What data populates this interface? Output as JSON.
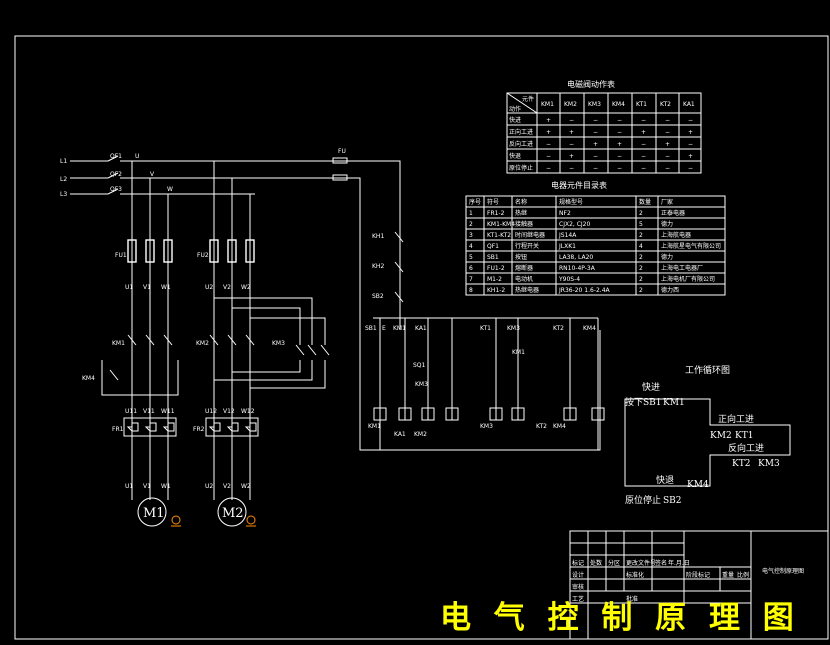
{
  "title_banner": "电 气 控 制 原 理 图",
  "power_lines": [
    "L1",
    "L2",
    "L3"
  ],
  "breakers": [
    "QF1",
    "QF2",
    "QF3"
  ],
  "fuses": [
    "FU1",
    "FU2",
    "FU"
  ],
  "phase_labels": [
    "U",
    "V",
    "W"
  ],
  "motor_labels": [
    "M1",
    "M2"
  ],
  "motor1_terms": [
    "U1",
    "V1",
    "W1"
  ],
  "motor2_terms": [
    "U2",
    "V2",
    "W2"
  ],
  "motor1_terms_b": [
    "U11",
    "V11",
    "W11"
  ],
  "motor2_terms_b": [
    "U12",
    "V12",
    "W12"
  ],
  "relays": [
    "FR1",
    "FR2"
  ],
  "contactors": [
    "KM1",
    "KM2",
    "KM3",
    "KM4"
  ],
  "control_labels": {
    "fu": "FU",
    "sb1": "SB1",
    "sb2": "SB2",
    "km1": "KM1",
    "km2": "KM2",
    "sq1": "SQ1",
    "km3": "KM3",
    "ka1": "KA1",
    "kt1": "KT1",
    "kt2": "KT2",
    "km4": "KM4",
    "kh1": "KH1",
    "kh2": "KH2",
    "e": "E"
  },
  "coil_labels": [
    "KM1",
    "KA1",
    "KM2",
    "KM3",
    "KT2",
    "KM4"
  ],
  "action_table": {
    "title": "电磁阀动作表",
    "corner_top": "元件",
    "corner_bottom": "动作",
    "headers": [
      "KM1",
      "KM2",
      "KM3",
      "KM4",
      "KT1",
      "KT2",
      "KA1"
    ],
    "rows": [
      {
        "label": "快进",
        "cells": [
          "+",
          "−",
          "−",
          "−",
          "−",
          "−",
          "−"
        ]
      },
      {
        "label": "正向工进",
        "cells": [
          "+",
          "+",
          "−",
          "−",
          "+",
          "−",
          "+"
        ]
      },
      {
        "label": "反向工进",
        "cells": [
          "−",
          "−",
          "+",
          "+",
          "−",
          "+",
          "−"
        ]
      },
      {
        "label": "快退",
        "cells": [
          "−",
          "+",
          "−",
          "−",
          "−",
          "−",
          "+"
        ]
      },
      {
        "label": "原位停止",
        "cells": [
          "−",
          "−",
          "−",
          "−",
          "−",
          "−",
          "−"
        ]
      }
    ]
  },
  "parts_table": {
    "title": "电器元件目录表",
    "headers": [
      "序号",
      "符号",
      "名称",
      "规格型号",
      "数量",
      "厂家"
    ],
    "rows": [
      [
        "1",
        "FR1-2",
        "热继",
        "NF2",
        "2",
        "正泰电器"
      ],
      [
        "2",
        "KM1-KM4",
        "接触器",
        "CJX2, CJ20",
        "5",
        "德力"
      ],
      [
        "3",
        "KT1-KT2",
        "时间继电器",
        "JS14A",
        "2",
        "上海航电器"
      ],
      [
        "4",
        "QF1",
        "行程开关",
        "JLXK1",
        "4",
        "上海航星电气有限公司"
      ],
      [
        "5",
        "SB1",
        "按钮",
        "LA38, LA20",
        "2",
        "德力"
      ],
      [
        "6",
        "FU1-2",
        "熔断器",
        "RN10-4P-3A",
        "2",
        "上海电工电器厂"
      ],
      [
        "7",
        "M1-2",
        "电动机",
        "Y90S-4",
        "2",
        "上海电机厂有限公司"
      ],
      [
        "8",
        "KH1-2",
        "热继电器",
        "JR36-20 1.6-2.4A",
        "2",
        "德力西"
      ]
    ]
  },
  "cycle_diagram": {
    "title": "工作循环图",
    "fast_fwd": "快进",
    "press_sb1": "按下SB1",
    "km1": "KM1",
    "fwd_work": "正向工进",
    "km2": "KM2",
    "kt1": "KT1",
    "rev_work": "反向工进",
    "kt2": "KT2",
    "km3": "KM3",
    "fast_back": "快退",
    "km4": "KM4",
    "home_stop": "原位停止",
    "sb2": "SB2"
  },
  "title_block": {
    "drawing_title": "电气控制原理图",
    "cells": [
      "标记",
      "处数",
      "分区",
      "更改文件号",
      "签名",
      "年.月.日",
      "设计",
      "标准化",
      "审核",
      "工艺",
      "批准",
      "阶段标记",
      "重量",
      "比例"
    ]
  }
}
